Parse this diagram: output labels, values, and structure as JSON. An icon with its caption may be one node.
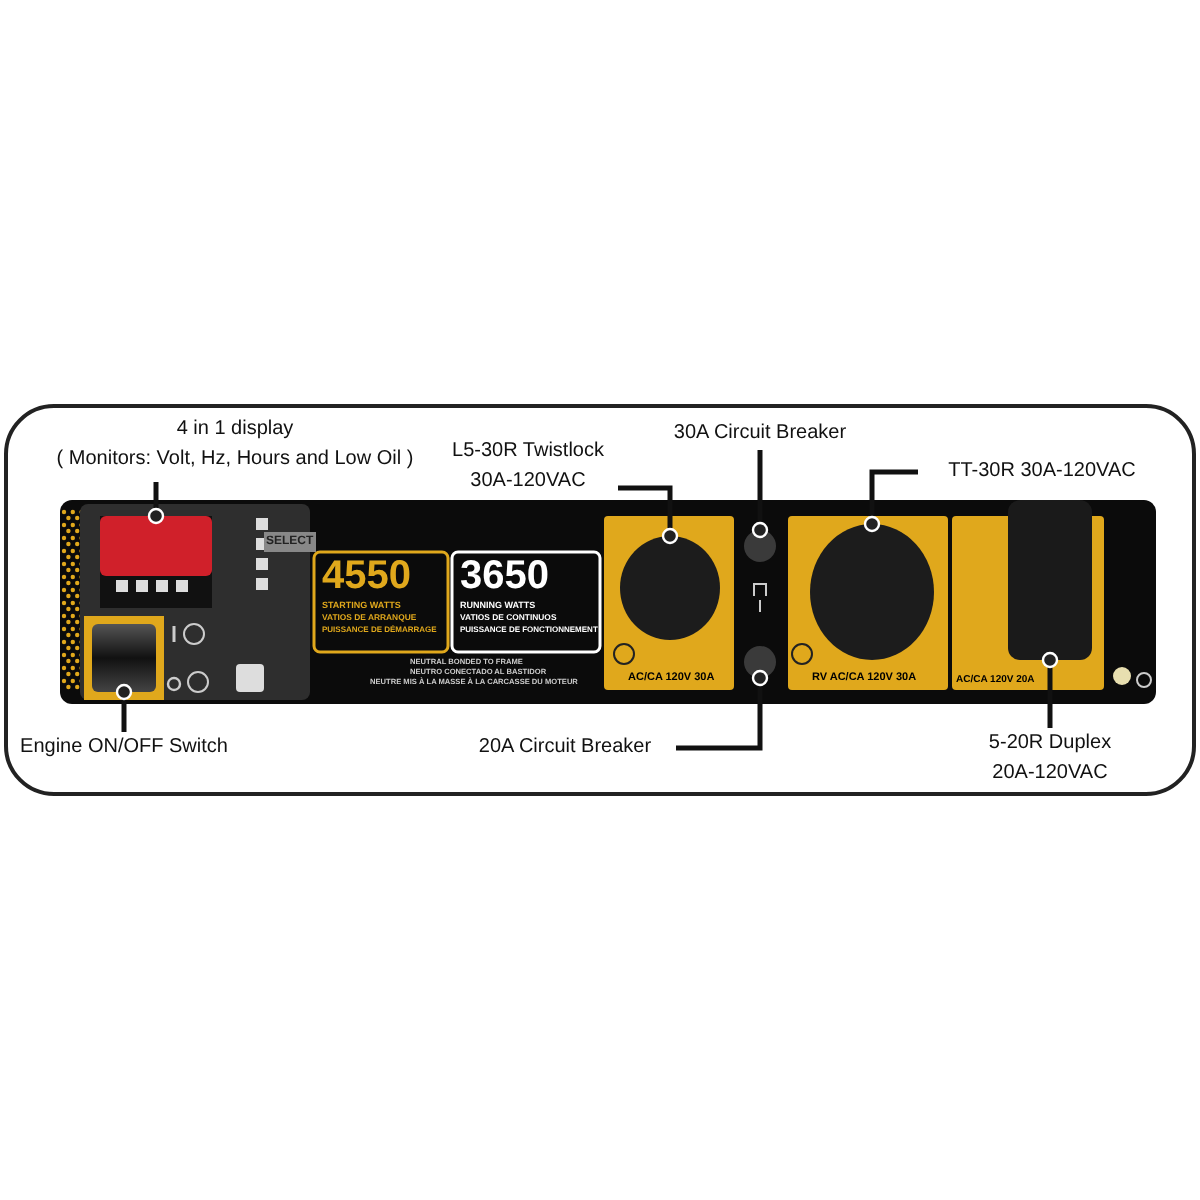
{
  "diagram": {
    "nodes": [
      {
        "text": [
          "4 in 1 display",
          "( Monitors: Volt, Hz, Hours and Low Oil )"
        ]
      },
      {
        "text": [
          "L5-30R Twistlock 30A-120VAC"
        ]
      },
      {
        "text": [
          "30A Circuit Breaker"
        ]
      },
      {
        "text": [
          "TT-30R  30A-120VAC"
        ]
      },
      {
        "text": [],
        "shape": "box"
      },
      {
        "text": [],
        "shape": "circle"
      },
      {
        "text": [],
        "shape": "circle"
      },
      {
        "text": [],
        "shape": "circle"
      },
      {
        "text": [
          "Engine ON/OFF Switch"
        ]
      },
      {
        "text": [
          "20A Circuit Breaker"
        ]
      },
      {
        "text": [
          "5-20R Duplex 20A-120VAC"
        ]
      },
      {
        "text": [],
        "shape": "box"
      },
      {
        "text": [],
        "shape": "circle"
      },
      {
        "text": [],
        "shape": "box"
      }
    ],
    "edges": [
      {
        "from": 0,
        "to": 4,
        "arrow": "other"
      },
      {
        "from": 1,
        "to": 5,
        "arrow": "other"
      },
      {
        "from": 2,
        "to": 6,
        "arrow": "other"
      },
      {
        "from": 3,
        "to": 7,
        "arrow": "other"
      },
      {
        "from": 8,
        "to": 11,
        "arrow": "other"
      },
      {
        "from": 9,
        "to": 12,
        "arrow": "other"
      },
      {
        "from": 10,
        "to": 13,
        "arrow": "other"
      }
    ],
    "labels": [
      "SELECT",
      "4550",
      "STARTING WATTS",
      "VATIOS DE ARRANQUE",
      "PUISSANCE DE DÉMARRAGE",
      "3650",
      "RUNNING WATTS",
      "VATIOS DE CONTINUOS",
      "PUISSANCE DE FONCTIONNEMENT",
      "NEUTRAL BONDED TO FRAME",
      "NEUTRO CONECTADO AL BASTIDOR",
      "NEUTRE MIS À LA MASSE À LA CARCASSE DU MOTEUR",
      "AC/CA 120V 30A",
      "RV AC/CA 120V 30A",
      "AC/CA 120V 20A"
    ]
  }
}
